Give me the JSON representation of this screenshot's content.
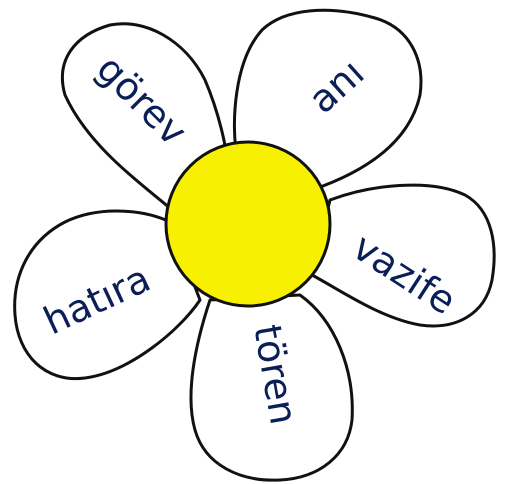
{
  "flower": {
    "center_color": "#f7f000",
    "text_color": "#0b1f57",
    "petals": {
      "top_left": "görev",
      "top_right": "anı",
      "right": "vazife",
      "bottom": "tören",
      "left": "hatıra"
    }
  }
}
